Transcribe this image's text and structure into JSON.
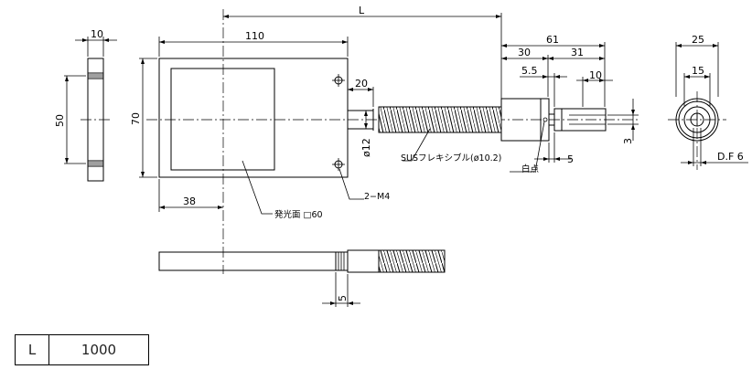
{
  "dims": {
    "thickness": "10",
    "side_height": "50",
    "body_height": "70",
    "body_width": "110",
    "total_length": "L",
    "offset": "38",
    "stub_length": "20",
    "stub_dia": "ø12",
    "housing_total": "61",
    "housing_30": "30",
    "housing_31": "31",
    "housing_55": "5.5",
    "housing_10": "10",
    "step_5": "5",
    "cut_3": "3",
    "end_dia": "25",
    "end_inner": "15",
    "end_df": "D.F 6",
    "bottom_5": "5"
  },
  "labels": {
    "tube": "SUSフレキシブル(ø10.2)",
    "mount": "2−M4",
    "white_dot": "白点",
    "emitting": "発光面 □60"
  },
  "table": {
    "key": "L",
    "value": "1000"
  }
}
